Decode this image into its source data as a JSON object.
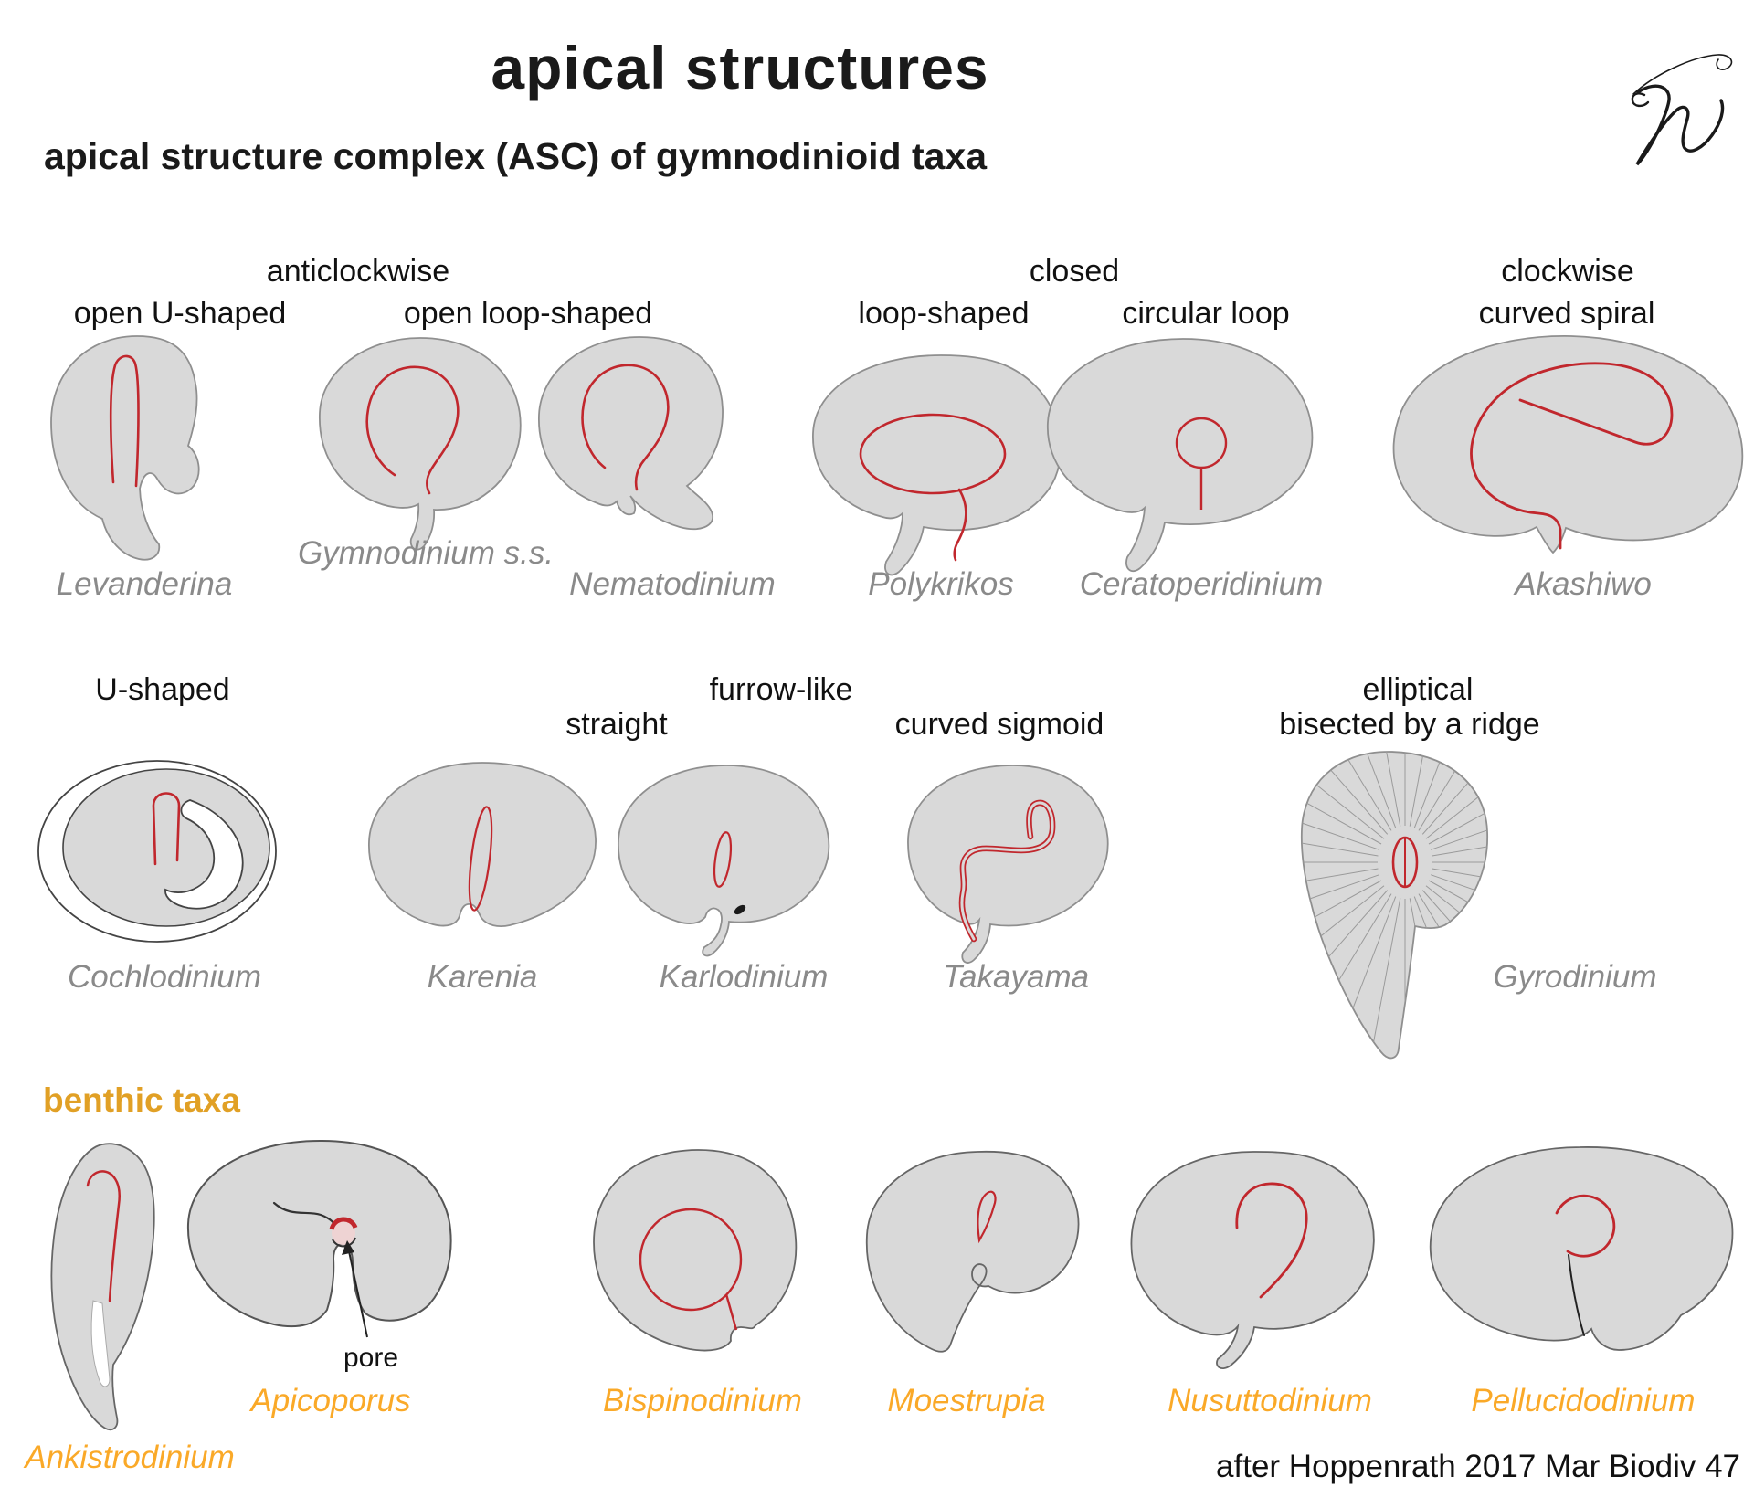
{
  "title": "apical structures",
  "subtitle": "apical structure complex (ASC) of gymnodinioid taxa",
  "citation": "after Hoppenrath 2017 Mar Biodiv 47",
  "benthic_heading": "benthic taxa",
  "pore_label": "pore",
  "colors": {
    "cell_fill": "#d9d9d9",
    "cell_outline": "#8f8f8f",
    "structure_red": "#c1272d",
    "label_gray": "#8a8a8a",
    "benthic_heading_orange": "#e1a025",
    "benthic_label_orange": "#faa928",
    "text_black": "#111111"
  },
  "row1": {
    "headings": {
      "anticlockwise": "anticlockwise",
      "open_u_shaped": "open U-shaped",
      "open_loop_shaped": "open loop-shaped",
      "closed": "closed",
      "loop_shaped": "loop-shaped",
      "circular_loop": "circular loop",
      "clockwise": "clockwise",
      "curved_spiral": "curved spiral"
    },
    "taxa": {
      "levanderina": "Levanderina",
      "gymnodinium": "Gymnodinium s.s.",
      "nematodinium": "Nematodinium",
      "polykrikos": "Polykrikos",
      "ceratoperidinium": "Ceratoperidinium",
      "akashiwo": "Akashiwo"
    }
  },
  "row2": {
    "headings": {
      "u_shaped": "U-shaped",
      "furrow_like": "furrow-like",
      "straight": "straight",
      "curved_sigmoid": "curved sigmoid",
      "elliptical": "elliptical",
      "bisected_by_ridge": "bisected by a ridge"
    },
    "taxa": {
      "cochlodinium": "Cochlodinium",
      "karenia": "Karenia",
      "karlodinium": "Karlodinium",
      "takayama": "Takayama",
      "gyrodinium": "Gyrodinium"
    }
  },
  "row3": {
    "taxa": {
      "ankistrodinium": "Ankistrodinium",
      "apicoporus": "Apicoporus",
      "bispinodinium": "Bispinodinium",
      "moestrupia": "Moestrupia",
      "nusuttodinium": "Nusuttodinium",
      "pellucidodinium": "Pellucidodinium"
    }
  }
}
